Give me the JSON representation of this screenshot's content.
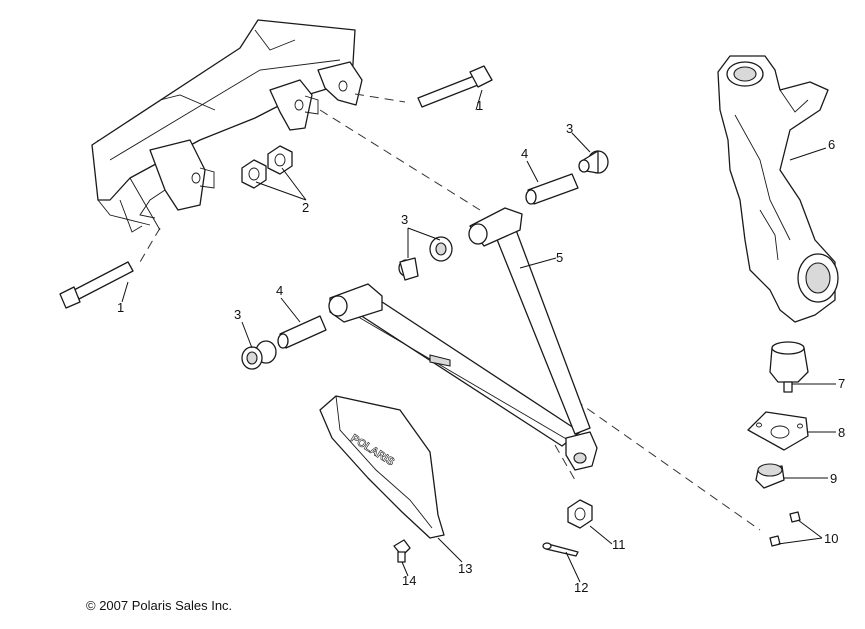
{
  "callouts": [
    {
      "id": "c1a",
      "label": "1"
    },
    {
      "id": "c1b",
      "label": "1"
    },
    {
      "id": "c2",
      "label": "2"
    },
    {
      "id": "c3a",
      "label": "3"
    },
    {
      "id": "c3b",
      "label": "3"
    },
    {
      "id": "c3c",
      "label": "3"
    },
    {
      "id": "c4a",
      "label": "4"
    },
    {
      "id": "c4b",
      "label": "4"
    },
    {
      "id": "c5",
      "label": "5"
    },
    {
      "id": "c6",
      "label": "6"
    },
    {
      "id": "c7",
      "label": "7"
    },
    {
      "id": "c8",
      "label": "8"
    },
    {
      "id": "c9",
      "label": "9"
    },
    {
      "id": "c10",
      "label": "10"
    },
    {
      "id": "c11",
      "label": "11"
    },
    {
      "id": "c12",
      "label": "12"
    },
    {
      "id": "c13",
      "label": "13"
    },
    {
      "id": "c14",
      "label": "14"
    }
  ],
  "guard_logo_text": "POLARIS",
  "copyright": "© 2007 Polaris Sales Inc."
}
